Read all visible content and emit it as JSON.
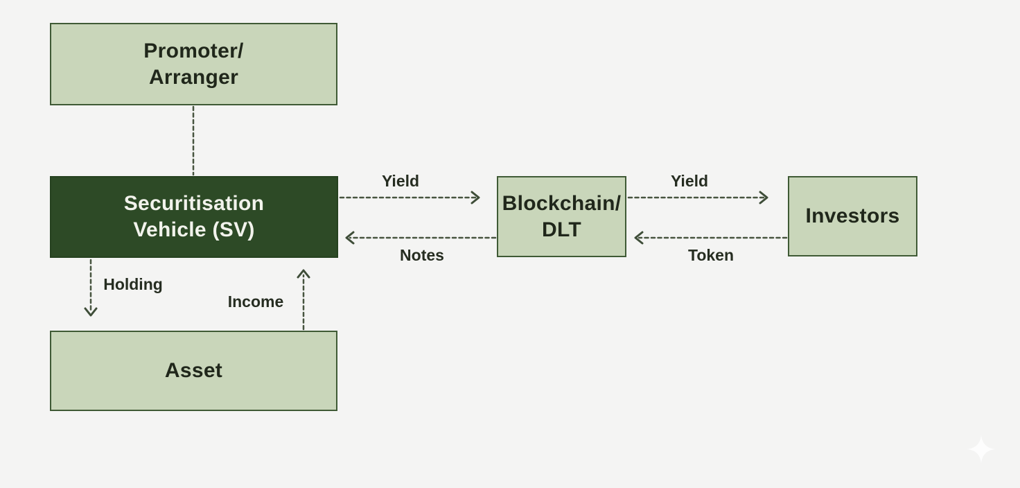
{
  "diagram": {
    "nodes": {
      "promoter": {
        "lines": [
          "Promoter/",
          "Arranger"
        ]
      },
      "sv": {
        "lines": [
          "Securitisation",
          "Vehicle (SV)"
        ]
      },
      "asset": {
        "lines": [
          "Asset"
        ]
      },
      "blockchain": {
        "lines": [
          "Blockchain/",
          "DLT"
        ]
      },
      "investors": {
        "lines": [
          "Investors"
        ]
      }
    },
    "edges": {
      "sv_to_blockchain": {
        "label": "Yield",
        "direction": "right"
      },
      "blockchain_to_sv": {
        "label": "Notes",
        "direction": "left"
      },
      "blockchain_to_investors": {
        "label": "Yield",
        "direction": "right"
      },
      "investors_to_blockchain": {
        "label": "Token",
        "direction": "left"
      },
      "sv_to_asset": {
        "label": "Holding",
        "direction": "down"
      },
      "asset_to_sv": {
        "label": "Income",
        "direction": "up"
      },
      "promoter_to_sv": {
        "label": "",
        "direction": "none"
      }
    },
    "icons": {
      "bottom_right": "sparkle-icon"
    },
    "colors": {
      "background": "#f4f4f3",
      "node_fill": "#c9d6ba",
      "node_border": "#3f5a35",
      "node_text": "#20271b",
      "dark_node_fill": "#2d4a26",
      "dark_node_text": "#f2f3ec",
      "arrow": "#47543f",
      "label_text": "#262d21"
    }
  }
}
